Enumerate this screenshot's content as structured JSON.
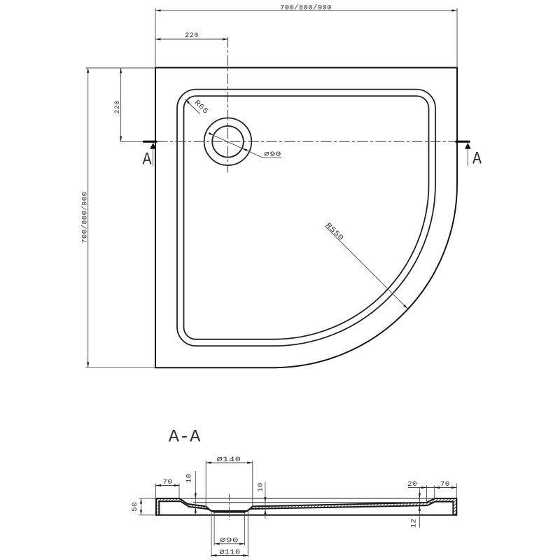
{
  "drawing": {
    "colors": {
      "background": "#ffffff",
      "line": "#161616",
      "dim_line": "#4a4a4a",
      "text": "#333333"
    },
    "plan": {
      "dim_width_top": "700/800/900",
      "dim_offset_top": "220",
      "dim_height_left": "700/800/900",
      "dim_offset_left": "220",
      "label_corner_radius": "R65",
      "label_drain_diameter": "⌀90",
      "label_front_radius": "R550",
      "section_letter_left": "A",
      "section_letter_right": "A"
    },
    "section": {
      "title": "A-A",
      "dim_recess_diameter": "⌀140",
      "dim_depth_left": "10",
      "dim_depth_right": "10",
      "dim_rim_left": "70",
      "dim_rim_right": "70",
      "dim_height_left": "50",
      "dim_step_width": "20",
      "dim_step_height": "12",
      "dim_hole_diameter": "⌀90",
      "dim_flange_diameter": "⌀110"
    }
  }
}
